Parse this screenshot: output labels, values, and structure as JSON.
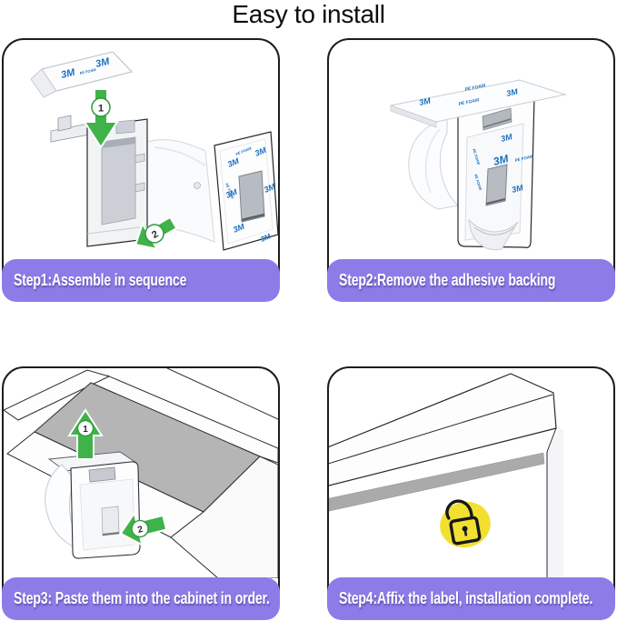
{
  "title": "Easy to install",
  "steps": [
    {
      "label": "Step1:Assemble in sequence"
    },
    {
      "label": "Step2:Remove the adhesive backing"
    },
    {
      "label": "Step3:  Paste them into the cabinet in order."
    },
    {
      "label": "Step4:Affix the label, installation complete."
    }
  ],
  "labels": {
    "brand": "3M",
    "material": "PE FOAM",
    "marker1": "1",
    "marker2": "2"
  },
  "colors": {
    "banner_purple": "#8d7ce8",
    "banner_text": "#ffffff",
    "title_text": "#0c0c0c",
    "arrow_green": "#3fb34a",
    "arrow_green_dark": "#2f9c3c",
    "brand_blue": "#1a6fc1",
    "label_yellow": "#f2e030",
    "cabinet_gray": "#b5b5b5",
    "stripe_gray": "#aaaaaa",
    "panel_border": "#1d1d1d"
  }
}
